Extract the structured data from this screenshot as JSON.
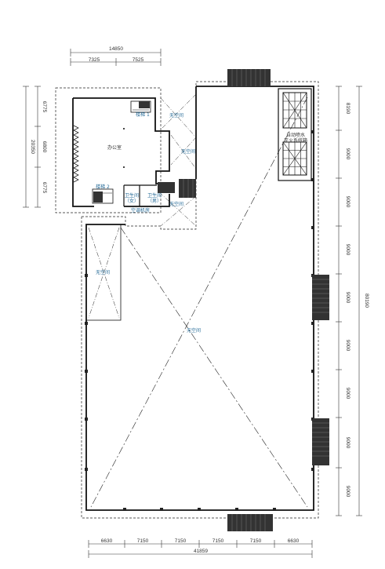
{
  "dimensions": {
    "top_total": "14850",
    "top_sub": [
      "7325",
      "7525"
    ],
    "left_total": "20350",
    "left_sub": [
      "6775",
      "6800",
      "6775"
    ],
    "right_total": "80190",
    "right_sub": [
      "8190",
      "9000",
      "9000",
      "9000",
      "9000",
      "9000",
      "9000",
      "9000",
      "9000"
    ],
    "bottom_sub": [
      "6630",
      "7150",
      "7150",
      "7150",
      "7150",
      "6630"
    ],
    "bottom_total": "41859"
  },
  "rooms": {
    "office": "办公室",
    "stair1": "楼梯 1",
    "stair2": "楼梯 2",
    "wc_female_1": "卫生间",
    "wc_female_2": "（女）",
    "wc_male_1": "卫生间",
    "wc_male_2": "（男）",
    "ac_room": "空调机房",
    "sprinkler_1": "自动喷水",
    "sprinkler_2": "灭火系统箱",
    "void": "无空间"
  },
  "colors": {
    "line": "#222222",
    "label": "#2a6e9a",
    "stair_fill": "#333333"
  }
}
